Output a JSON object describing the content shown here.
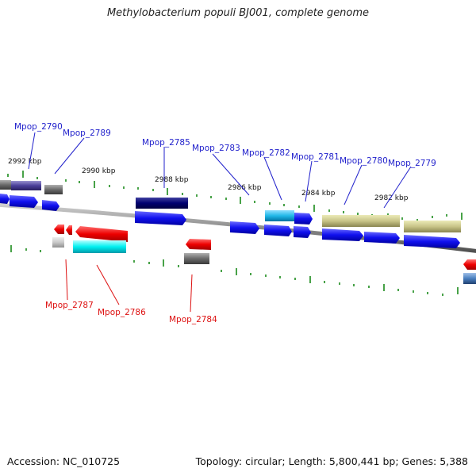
{
  "title": "Methylobacterium populi BJ001, complete genome",
  "footer": {
    "accession": "Accession: NC_010725",
    "topology": "Topology: circular; Length: 5,800,441 bp; Genes: 5,388"
  },
  "colors": {
    "plus_strand_label": "#2222cc",
    "minus_strand_label": "#dd1111",
    "tick": "#1a8a1a",
    "backbone": "#888888"
  },
  "kbp_labels": [
    "2992 kbp",
    "2990 kbp",
    "2988 kbp",
    "2986 kbp",
    "2984 kbp",
    "2982 kbp"
  ],
  "top_labels": [
    "Mpop_2790",
    "Mpop_2789",
    "Mpop_2785",
    "Mpop_2783",
    "Mpop_2782",
    "Mpop_2781",
    "Mpop_2780",
    "Mpop_2779"
  ],
  "bottom_labels": [
    "Mpop_2787",
    "Mpop_2786",
    "Mpop_2784"
  ]
}
